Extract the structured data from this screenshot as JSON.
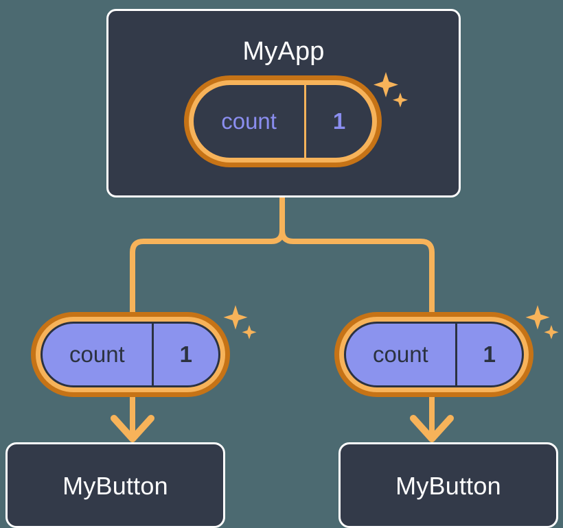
{
  "diagram": {
    "background_color": "#4c6a71",
    "accent_orange": "#f7b35a",
    "accent_orange_dark": "#c67316",
    "card_bg": "#333a49",
    "card_border": "#ffffff",
    "state_purple": "#8b93ee",
    "state_purple_text": "#8b8ef0",
    "dark_text": "#2b3240"
  },
  "root": {
    "title": "MyApp",
    "state": {
      "key": "count",
      "value": "1"
    }
  },
  "children": [
    {
      "state": {
        "key": "count",
        "value": "1"
      },
      "title": "MyButton"
    },
    {
      "state": {
        "key": "count",
        "value": "1"
      },
      "title": "MyButton"
    }
  ]
}
